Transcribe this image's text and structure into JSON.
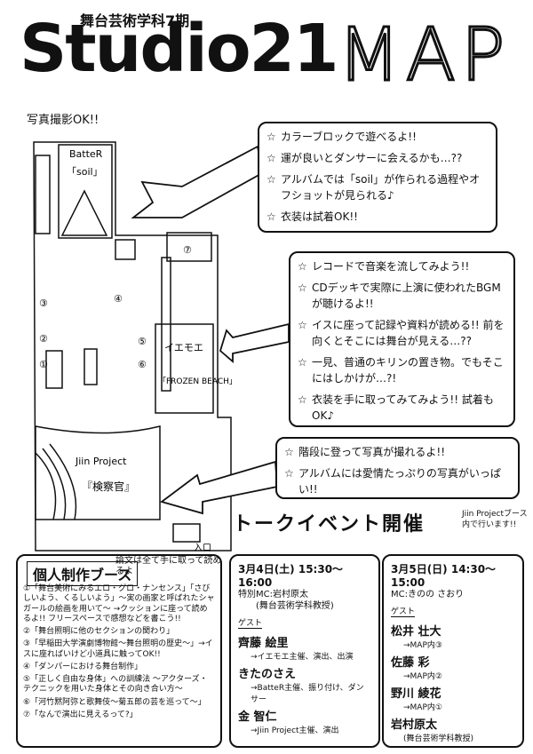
{
  "header": {
    "subtitle": "舞台芸術学科7期",
    "title_main": "Studio21",
    "title_map": "MAP",
    "photo_ok": "写真撮影OK!!"
  },
  "map": {
    "batter_label": "BatteR",
    "soil_label": "「soil」",
    "room7": "⑦",
    "room4": "④",
    "room3": "③",
    "room2": "②",
    "room1": "①",
    "room5": "⑤",
    "room6": "⑥",
    "ieomoe": "イエモエ",
    "frozen": "「FROZEN BEACH」",
    "jiin": "Jiin Project",
    "kenmokan": "『検察官』",
    "entrance": "入口"
  },
  "box1": {
    "items": [
      "カラーブロックで遊べるよ!!",
      "運が良いとダンサーに会えるかも…??",
      "アルバムでは「soil」が作られる過程やオフショットが見られる♪",
      "衣装は試着OK!!"
    ]
  },
  "box2": {
    "items": [
      "レコードで音楽を流してみよう!!",
      "CDデッキで実際に上演に使われたBGMが聴けるよ!!",
      "イスに座って記録や資料が読める!! 前を向くとそこには舞台が見える…??",
      "一見、普通のキリンの置き物。でもそこにはしかけが…?!",
      "衣装を手に取ってみてみよう!! 試着もOK♪"
    ]
  },
  "box3": {
    "items": [
      "階段に登って写真が撮れるよ!!",
      "アルバムには愛情たっぷりの写真がいっぱい!!"
    ]
  },
  "talk": {
    "banner": "トークイベント開催",
    "note": "Jiin Projectブース内で行います!!"
  },
  "booth": {
    "title": "個人制作ブース",
    "note": "論文は全て手に取って読めるよ",
    "items": [
      "①「舞台美術にみるエロ・グロ・ナンセンス」「さびしいよう、くるしいよう」〜実の画家と呼ばれたシャガールの絵画を用いて〜 →クッションに座って読めるよ!! フリースペースで感想などを書こう!!",
      "②「舞台照明に他のセクションの関わり」",
      "③「早稲田大学演劇博物館〜舞台照明の歴史〜」→イスに座ればいけど小道具に触ってOK!!",
      "④「ダンパーにおける舞台制作」",
      "⑤「正しく自由な身体」への訓練法 〜アクターズ・テクニックを用いた身体とその向き合い方〜",
      "⑥「河竹黙阿弥と歌舞伎〜菊五郎の芸を巡って〜」",
      "⑦「なんで演出に見えるって?」"
    ]
  },
  "day1": {
    "date": "3月4日(土) 15:30〜16:00",
    "mc": "特別MC:岩村原太",
    "mc_note": "(舞台芸術学科教授)",
    "guest_tag": "ゲスト",
    "guests": [
      {
        "name": "齊藤 絵里",
        "desc": "→イエモエ主催、演出、出演"
      },
      {
        "name": "きたのさえ",
        "desc": "→BatteR主催、振り付け、ダンサー"
      },
      {
        "name": "金 智仁",
        "desc": "→Jiin Project主催、演出"
      }
    ]
  },
  "day2": {
    "date": "3月5日(日) 14:30〜15:00",
    "mc": "MC:きのの さおり",
    "guest_tag": "ゲスト",
    "guests": [
      {
        "name": "松井 壮大",
        "desc": "→MAP内③"
      },
      {
        "name": "佐藤 彩",
        "desc": "→MAP内②"
      },
      {
        "name": "野川 綾花",
        "desc": "→MAP内①"
      },
      {
        "name": "岩村原太",
        "desc": "(舞台芸術学科教授)"
      }
    ]
  }
}
